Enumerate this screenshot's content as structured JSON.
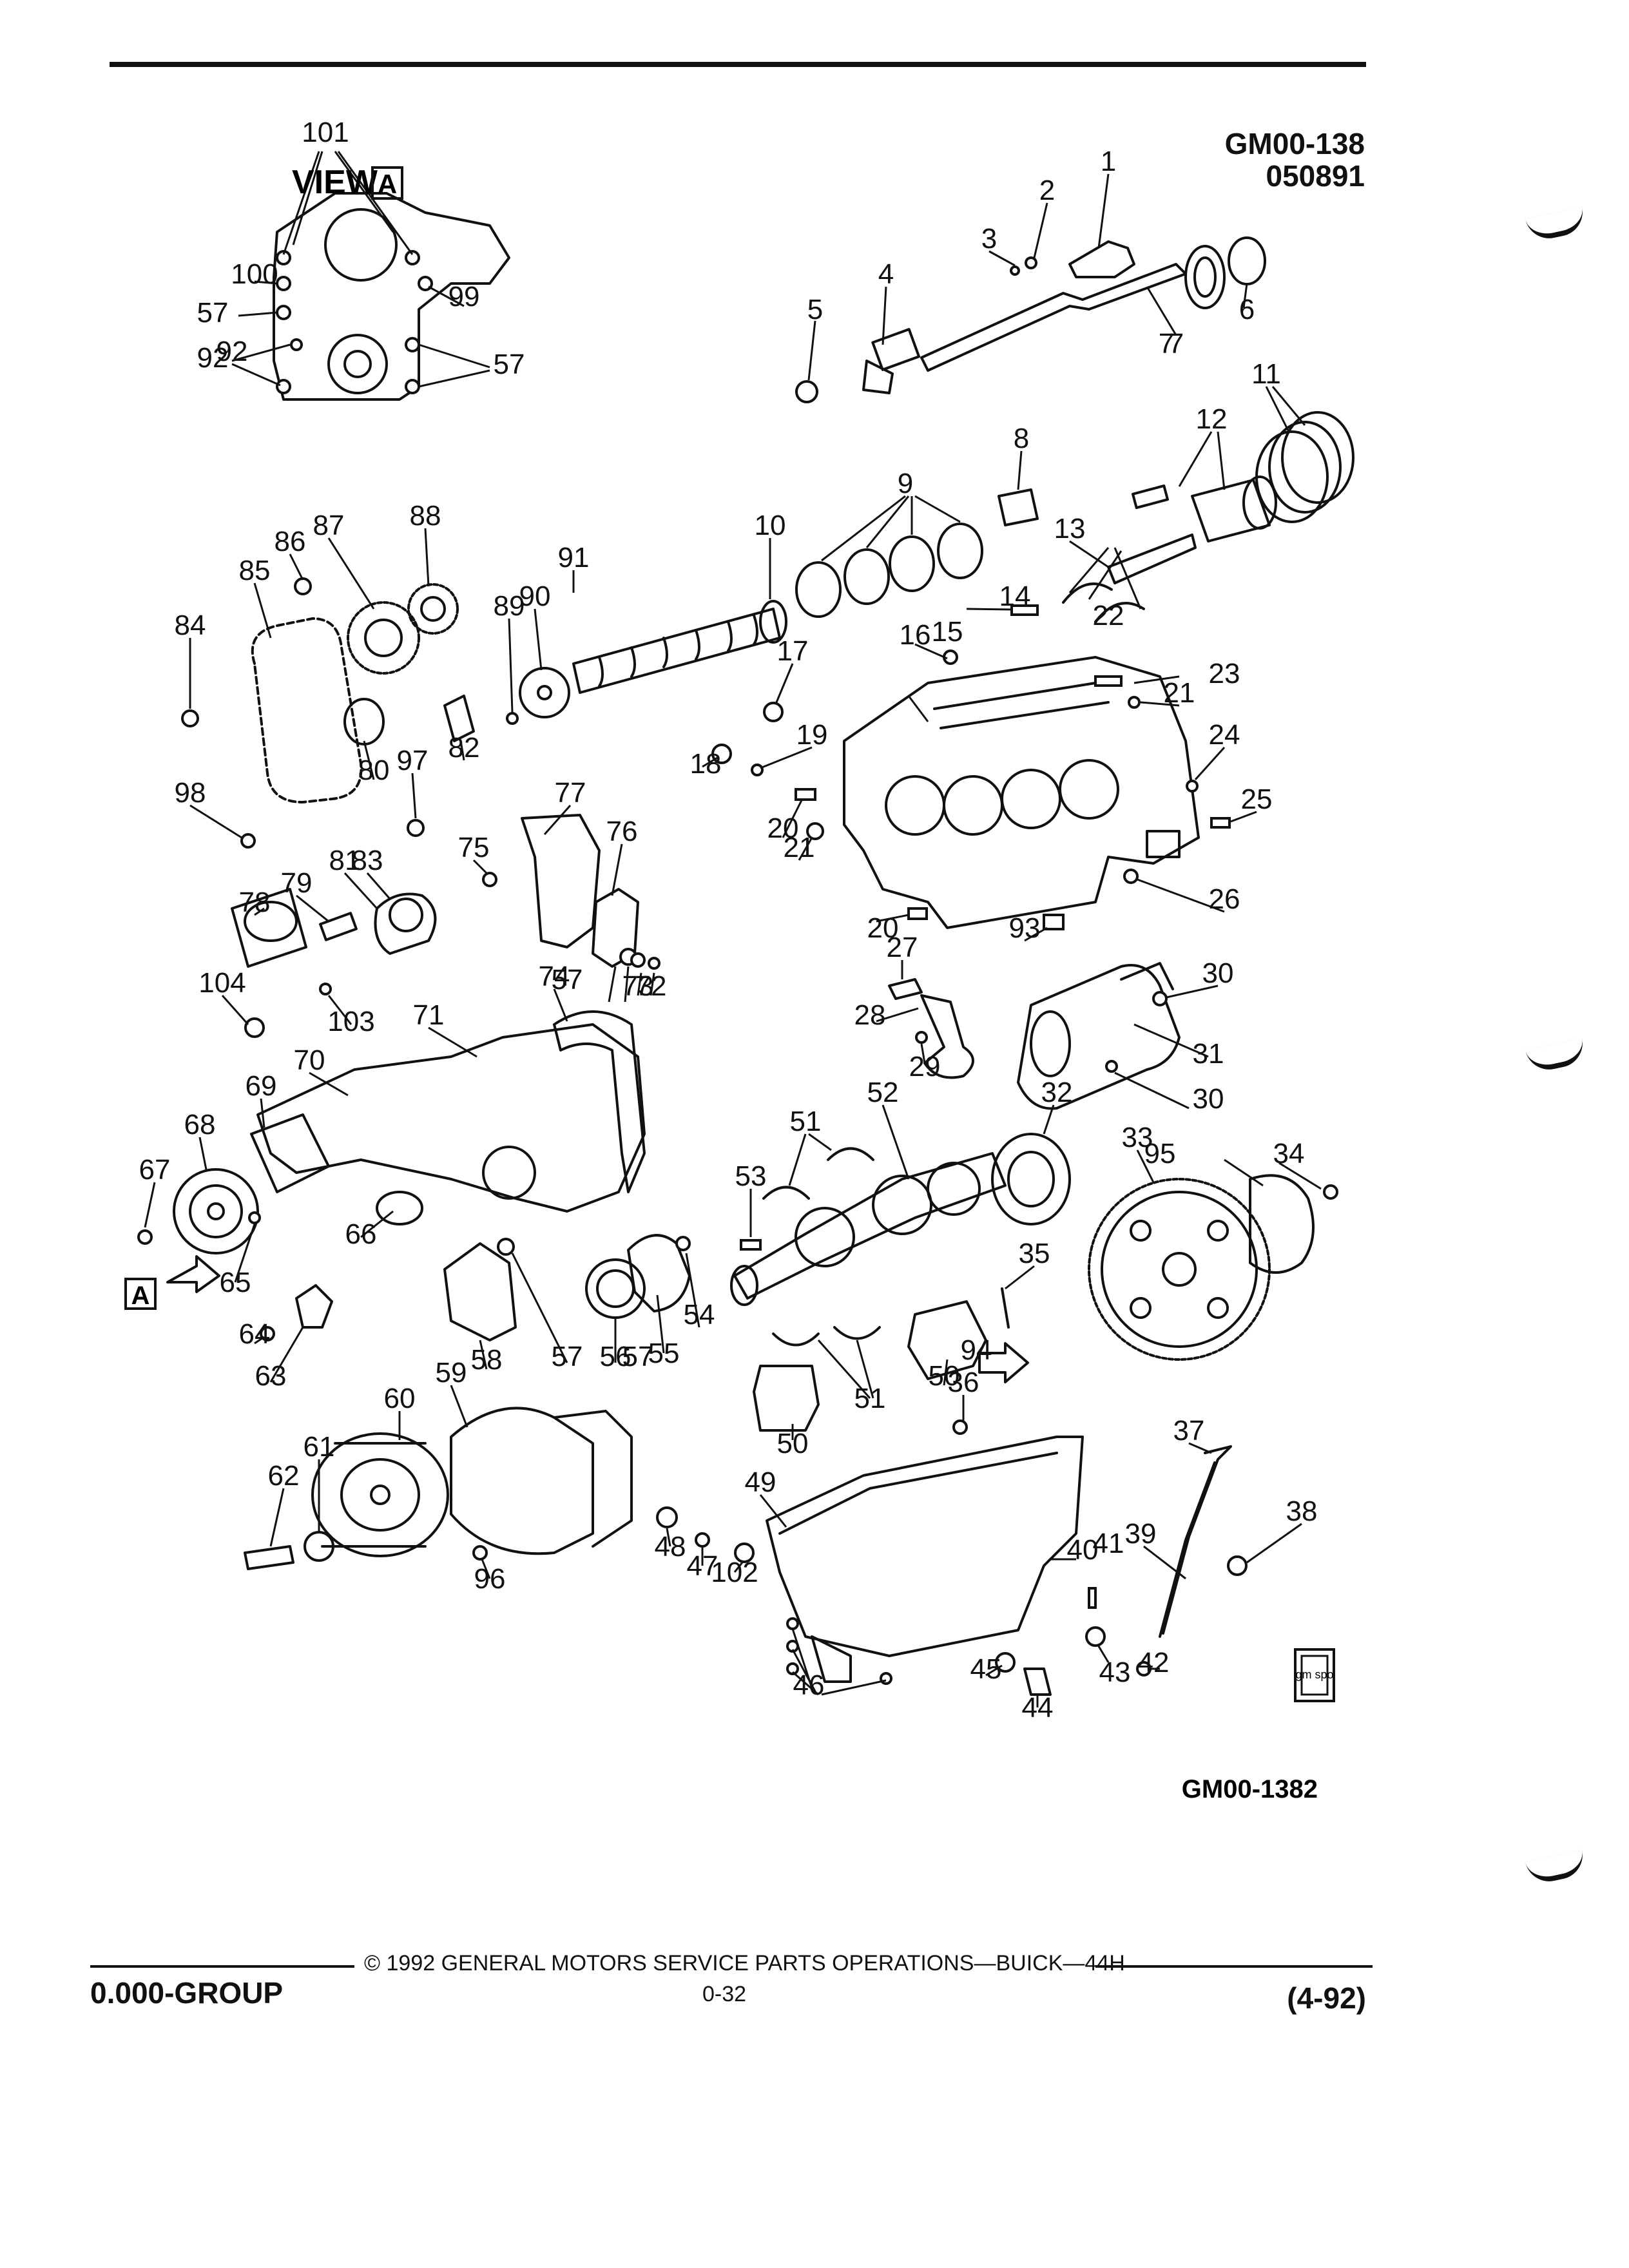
{
  "header": {
    "code_line1": "GM00-138",
    "code_line2": "050891"
  },
  "diagram": {
    "view_label": "VIEW",
    "view_box_letter": "A",
    "view_arrow_letter": "A",
    "figure_number": "GM00-1382",
    "logo_text": "gm spo",
    "callouts": [
      "1",
      "2",
      "3",
      "4",
      "5",
      "6",
      "7",
      "7",
      "8",
      "9",
      "10",
      "11",
      "12",
      "13",
      "14",
      "15",
      "16",
      "17",
      "18",
      "19",
      "20",
      "20",
      "21",
      "21",
      "22",
      "23",
      "24",
      "25",
      "26",
      "27",
      "28",
      "29",
      "30",
      "30",
      "31",
      "32",
      "33",
      "34",
      "35",
      "36",
      "37",
      "38",
      "39",
      "40",
      "41",
      "42",
      "43",
      "44",
      "45",
      "46",
      "47",
      "48",
      "49",
      "50",
      "50",
      "51",
      "51",
      "52",
      "53",
      "54",
      "55",
      "56",
      "57",
      "57",
      "57",
      "58",
      "59",
      "60",
      "61",
      "62",
      "63",
      "64",
      "65",
      "66",
      "67",
      "68",
      "69",
      "70",
      "71",
      "72",
      "73",
      "74",
      "75",
      "76",
      "77",
      "78",
      "79",
      "80",
      "81",
      "82",
      "83",
      "84",
      "85",
      "86",
      "87",
      "88",
      "89",
      "90",
      "91",
      "92",
      "93",
      "94",
      "95",
      "96",
      "97",
      "98",
      "99",
      "100",
      "101",
      "102",
      "103",
      "104"
    ]
  },
  "footer": {
    "copyright": "© 1992 GENERAL MOTORS SERVICE PARTS OPERATIONS—BUICK—44H",
    "group": "0.000-GROUP",
    "page": "0-32",
    "date": "(4-92)"
  }
}
